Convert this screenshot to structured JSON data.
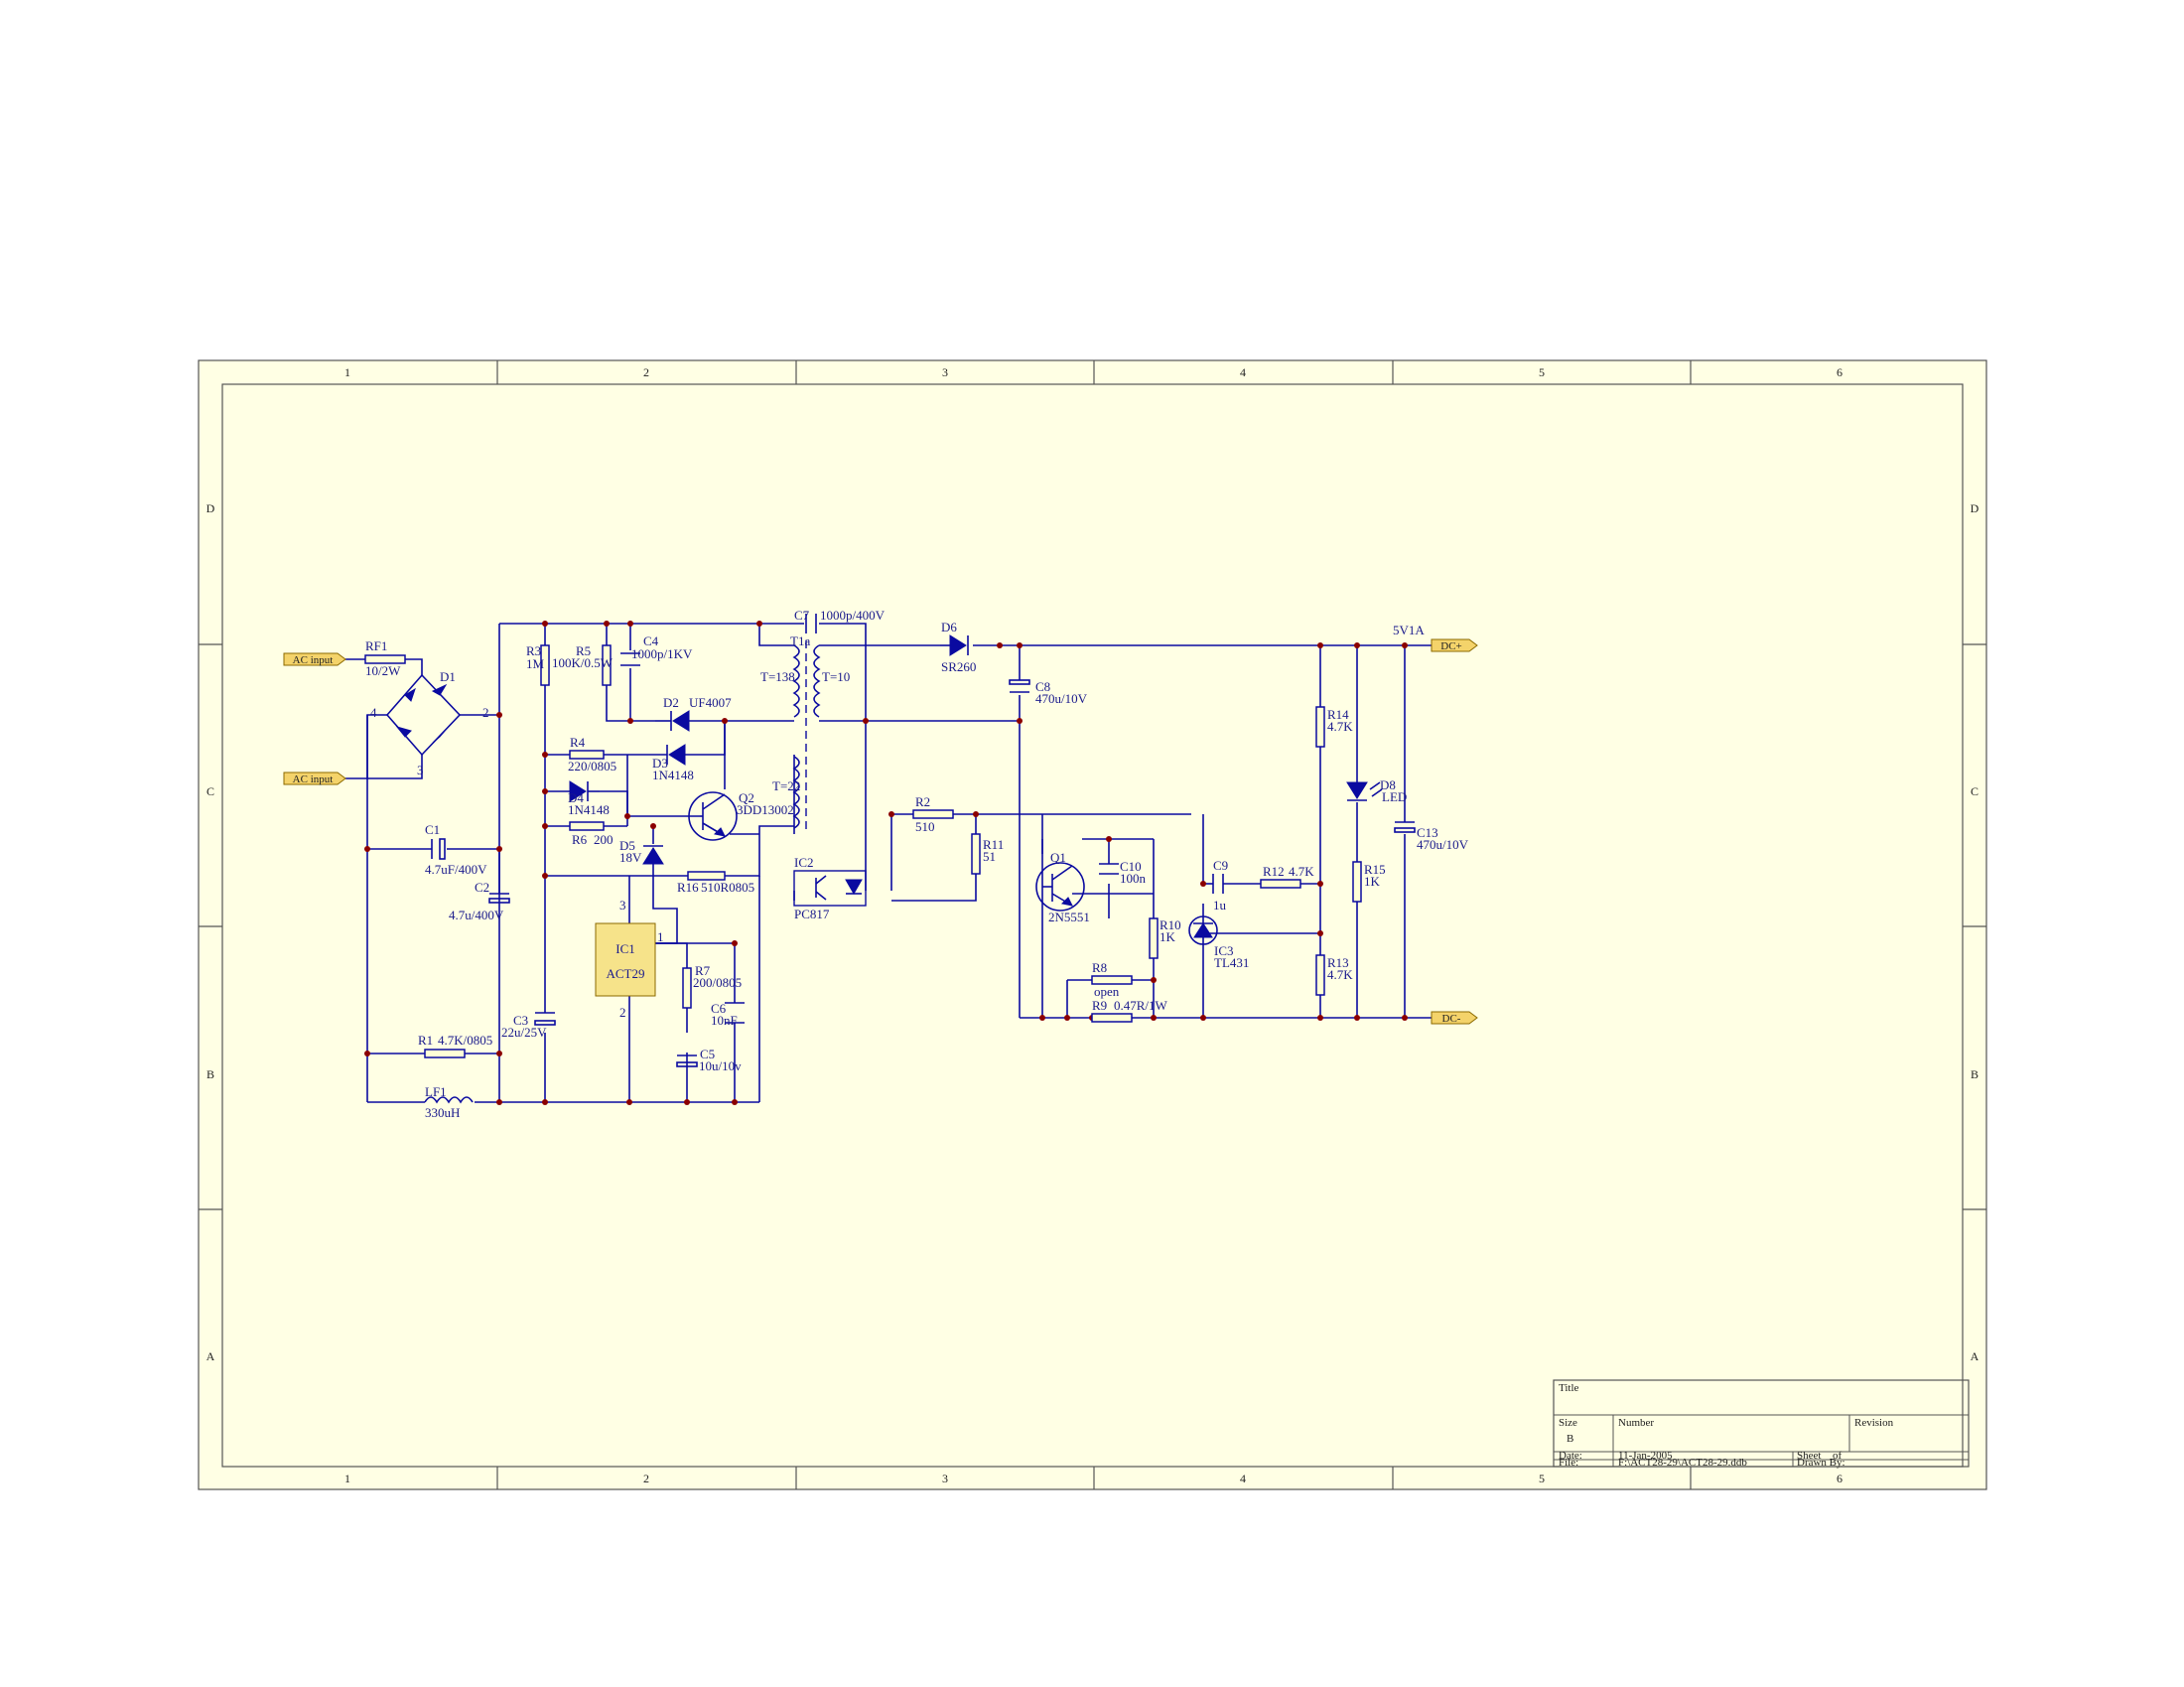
{
  "sheet": {
    "zones_columns": [
      "1",
      "2",
      "3",
      "4",
      "5",
      "6"
    ],
    "zones_rows": [
      "D",
      "C",
      "B",
      "A"
    ]
  },
  "ports": {
    "ac_input_1": "AC input",
    "ac_input_2": "AC input",
    "dc_plus": "DC+",
    "dc_minus": "DC-"
  },
  "output_rating": "5V1A",
  "components": {
    "rf1": {
      "ref": "RF1",
      "value": "10/2W"
    },
    "d1": {
      "ref": "D1"
    },
    "bridge_pin4": "4",
    "bridge_pin2": "2",
    "bridge_pin3": "3",
    "c1": {
      "ref": "C1",
      "value": "4.7uF/400V"
    },
    "c2": {
      "ref": "C2",
      "value": "4.7u/400V"
    },
    "r1": {
      "ref": "R1",
      "value": "4.7K/0805"
    },
    "lf1": {
      "ref": "LF1",
      "value": "330uH"
    },
    "r3": {
      "ref": "R3",
      "value": "1M"
    },
    "r5": {
      "ref": "R5",
      "value": "100K/0.5W"
    },
    "c4": {
      "ref": "C4",
      "value": "1000p/1KV"
    },
    "d2": {
      "ref": "D2",
      "value": "UF4007"
    },
    "r4": {
      "ref": "R4",
      "value": "220/0805"
    },
    "d3": {
      "ref": "D3",
      "value": "1N4148"
    },
    "d4": {
      "ref": "D4",
      "value": "1N4148"
    },
    "r6": {
      "ref": "R6",
      "value": "200"
    },
    "d5": {
      "ref": "D5",
      "value": "18V"
    },
    "q2": {
      "ref": "Q2",
      "value": "3DD13002"
    },
    "r16": {
      "ref": "R16",
      "value": "510R0805"
    },
    "c3": {
      "ref": "C3",
      "value": "22u/25V"
    },
    "ic1": {
      "ref": "IC1",
      "value": "ACT29",
      "pin1": "1",
      "pin2": "2",
      "pin3": "3"
    },
    "r7": {
      "ref": "R7",
      "value": "200/0805"
    },
    "c6": {
      "ref": "C6",
      "value": "10nF"
    },
    "c5": {
      "ref": "C5",
      "value": "10u/10v"
    },
    "c7": {
      "ref": "C7",
      "value": "1000p/400V"
    },
    "t1a": {
      "ref": "T1a",
      "n1": "T=138",
      "n2": "T=10",
      "n3": "T=22"
    },
    "ic2": {
      "ref": "IC2",
      "value": "PC817"
    },
    "d6": {
      "ref": "D6",
      "value": "SR260"
    },
    "c8": {
      "ref": "C8",
      "value": "470u/10V"
    },
    "r2": {
      "ref": "R2",
      "value": "510"
    },
    "r11": {
      "ref": "R11",
      "value": "51"
    },
    "q1": {
      "ref": "Q1",
      "value": "2N5551"
    },
    "c10": {
      "ref": "C10",
      "value": "100n"
    },
    "r10": {
      "ref": "R10",
      "value": "1K"
    },
    "r8": {
      "ref": "R8",
      "value": "open"
    },
    "r9": {
      "ref": "R9",
      "value": "0.47R/1W"
    },
    "c9": {
      "ref": "C9",
      "value": "1u"
    },
    "ic3": {
      "ref": "IC3",
      "value": "TL431"
    },
    "r12": {
      "ref": "R12",
      "value": "4.7K"
    },
    "r14": {
      "ref": "R14",
      "value": "4.7K"
    },
    "r13": {
      "ref": "R13",
      "value": "4.7K"
    },
    "d8": {
      "ref": "D8",
      "value": "LED"
    },
    "r15": {
      "ref": "R15",
      "value": "1K"
    },
    "c13": {
      "ref": "C13",
      "value": "470u/10V"
    }
  },
  "title_block": {
    "title_label": "Title",
    "size_label": "Size",
    "size_value": "B",
    "number_label": "Number",
    "revision_label": "Revision",
    "date_label": "Date:",
    "date_value": "11-Jan-2005",
    "file_label": "File:",
    "file_value": "F:\\ACT28-29\\ACT28-29.ddb",
    "sheet_label": "Sheet",
    "of_label": "of",
    "drawn_label": "Drawn By:"
  }
}
